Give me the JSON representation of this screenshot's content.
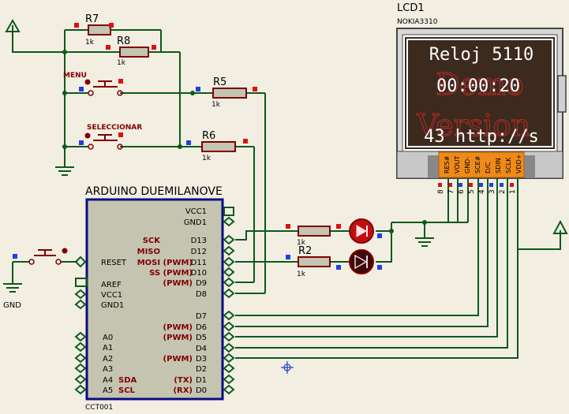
{
  "lcd": {
    "designator": "LCD1",
    "model": "NOKIA3310",
    "lines": [
      "Reloj 5110",
      "00:00:20",
      "43 http://s"
    ],
    "overlay_lines": [
      "Demo",
      "Version"
    ],
    "pin_names": [
      "RES#",
      "VOUT",
      "GND-",
      "SCE#",
      "D/C",
      "SDIN",
      "SCLK",
      "VDD+"
    ],
    "pin_numbers": [
      "8",
      "7",
      "6",
      "5",
      "4",
      "3",
      "2",
      "1"
    ]
  },
  "resistors": [
    {
      "name": "R7",
      "value": "1k"
    },
    {
      "name": "R8",
      "value": "1k"
    },
    {
      "name": "R5",
      "value": "1k"
    },
    {
      "name": "R6",
      "value": "1k"
    },
    {
      "name": "",
      "value": "1k"
    },
    {
      "name": "R2",
      "value": "1k"
    }
  ],
  "buttons": {
    "menu": "MENU",
    "select": "SELECCIONAR"
  },
  "gnd_label": "GND",
  "arduino": {
    "title": "ARDUINO DUEMILANOVE",
    "designator": "CCT001",
    "left_pins": [
      "RESET",
      "AREF",
      "VCC1",
      "GND1",
      "A0",
      "A1",
      "A2",
      "A3",
      "A4",
      "A5"
    ],
    "left_funcs": [
      "SDA",
      "SCL"
    ],
    "right_pins": [
      "VCC1",
      "GND1",
      "D13",
      "D12",
      "D11",
      "D10",
      "D9",
      "D8",
      "D7",
      "D6",
      "D5",
      "D4",
      "D3",
      "D2",
      "D1",
      "D0"
    ],
    "right_funcs": [
      "SCK",
      "MISO",
      "MOSI (PWM)",
      "SS (PWM)",
      "(PWM)",
      "(PWM)",
      "(PWM)",
      "(PWM)",
      "(TX)",
      "(RX)"
    ]
  },
  "colors": {
    "background": "#f2eee2",
    "wire": "#0b5a1c",
    "component": "#800000",
    "arduino_fill": "#c4c4b0",
    "arduino_border": "#0b0b80",
    "lcd_screen": "#3c2a1e",
    "lcd_pins": "#ee8a18",
    "pin_high": "#e01010",
    "pin_low": "#2040e0"
  }
}
